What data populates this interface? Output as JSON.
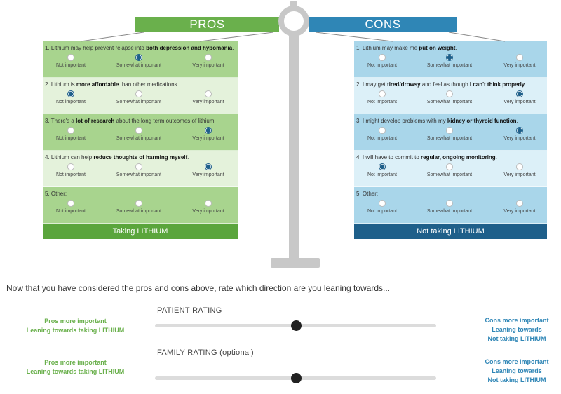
{
  "pros": {
    "header": "PROS",
    "footer": "Taking LITHIUM",
    "items": [
      {
        "pre": "1. Lithium may help prevent relapse into ",
        "bold": "both depression and hypomania",
        "post": ".",
        "selected": 1
      },
      {
        "pre": "2. Lithium is ",
        "bold": "more affordable",
        "post": " than other medications.",
        "selected": 0
      },
      {
        "pre": "3. There's a ",
        "bold": "lot of research",
        "post": " about the long term outcomes of lithium.",
        "selected": 2
      },
      {
        "pre": "4. Lithium can help ",
        "bold": "reduce thoughts of harming myself",
        "post": ".",
        "selected": 2
      },
      {
        "pre": "5. Other:",
        "bold": "",
        "post": "",
        "selected": -1
      }
    ]
  },
  "cons": {
    "header": "CONS",
    "footer": "Not taking LITHIUM",
    "items": [
      {
        "pre": "1. Lithium may make me ",
        "bold": "put on weight",
        "post": ".",
        "selected": 1
      },
      {
        "pre": "2. I may get ",
        "bold": "tired/drowsy",
        "post": " and feel as though ",
        "bold2": "I can't think properly",
        "post2": ".",
        "selected": 2
      },
      {
        "pre": "3. I might develop problems with my ",
        "bold": "kidney or thyroid function",
        "post": ".",
        "selected": 2
      },
      {
        "pre": "4. I will have to commit to ",
        "bold": "regular, ongoing monitoring",
        "post": ".",
        "selected": 0
      },
      {
        "pre": "5. Other:",
        "bold": "",
        "post": "",
        "selected": -1
      }
    ]
  },
  "options": [
    "Not important",
    "Somewhat important",
    "Very important"
  ],
  "prompt": "Now that you have considered the pros and cons above, rate which direction are you leaning towards...",
  "ratings": [
    {
      "title": "PATIENT RATING",
      "value": 0.5
    },
    {
      "title": "FAMILY RATING (optional)",
      "value": 0.5
    }
  ],
  "left_label": {
    "line1": "Pros more important",
    "line2": "Leaning towards taking LITHIUM"
  },
  "right_label": {
    "line1": "Cons more important",
    "line2": "Leaning towards",
    "line3": "Not taking LITHIUM"
  },
  "colors": {
    "pros": "#6ab04c",
    "cons": "#2f86b6",
    "scale": "#c8c8c8"
  }
}
